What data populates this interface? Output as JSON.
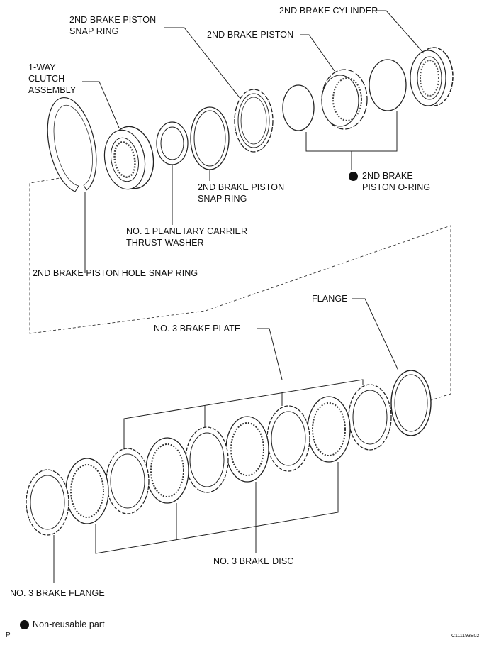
{
  "labels": {
    "brake_cylinder": "2ND BRAKE CYLINDER",
    "piston_snap_ring_top": "2ND BRAKE PISTON\nSNAP RING",
    "brake_piston": "2ND BRAKE PISTON",
    "one_way_clutch": "1-WAY\nCLUTCH\nASSEMBLY",
    "piston_o_ring": "2ND BRAKE\nPISTON O-RING",
    "piston_snap_ring_mid": "2ND BRAKE PISTON\nSNAP RING",
    "thrust_washer": "NO. 1 PLANETARY CARRIER\nTHRUST WASHER",
    "hole_snap_ring": "2ND BRAKE PISTON HOLE SNAP RING",
    "flange": "FLANGE",
    "brake_plate": "NO. 3 BRAKE PLATE",
    "brake_disc": "NO. 3 BRAKE DISC",
    "brake_flange": "NO. 3 BRAKE FLANGE"
  },
  "legend": {
    "text": "Non-reusable part"
  },
  "footer": {
    "page_marker": "P",
    "figure_code": "C111193E02"
  }
}
